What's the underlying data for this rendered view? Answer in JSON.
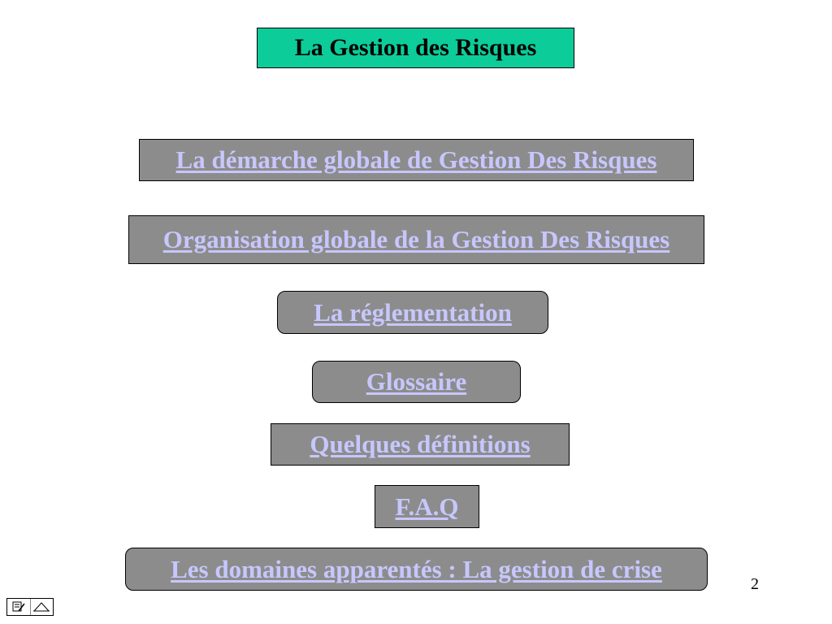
{
  "title": "La Gestion des Risques",
  "links": [
    {
      "id": "lnk-demarche",
      "label": "La démarche globale de Gestion Des  Risques"
    },
    {
      "id": "lnk-organisation",
      "label": "Organisation globale de la Gestion Des Risques"
    },
    {
      "id": "lnk-reglementation",
      "label": "La réglementation"
    },
    {
      "id": "lnk-glossaire",
      "label": "Glossaire"
    },
    {
      "id": "lnk-definitions",
      "label": "Quelques définitions"
    },
    {
      "id": "lnk-faq",
      "label": "F.A.Q"
    },
    {
      "id": "lnk-domaines",
      "label": "Les domaines apparentés : La gestion de crise"
    }
  ],
  "page_number": "2",
  "colors": {
    "title_bg": "#0ccc9a",
    "link_bg": "#8c8c8c",
    "link_text": "#c7c7ff"
  },
  "nav": {
    "edit_icon": "pencil-note-icon",
    "menu_icon": "triangle-menu-icon"
  }
}
